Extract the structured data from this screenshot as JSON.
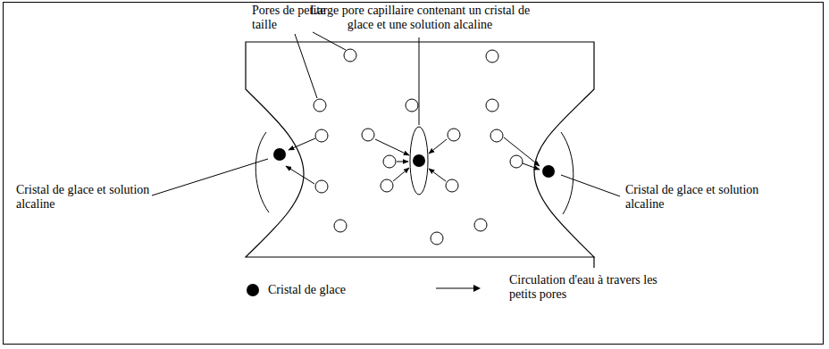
{
  "diagram": {
    "labels": [
      "Pores de petite taille",
      "Large pore capillaire contenant un cristal de glace et une solution alcaline",
      "Cristal de glace et solution alcaline",
      "Cristal de glace et solution alcaline"
    ],
    "legend": [
      {
        "text": "Cristal de glace"
      },
      {
        "text": "Circulation d'eau à travers les petits pores"
      }
    ]
  }
}
